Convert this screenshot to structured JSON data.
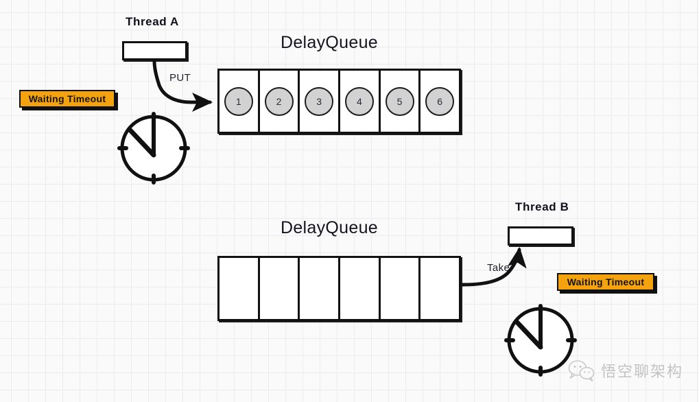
{
  "diagram": {
    "title": "DelayQueue producer/consumer diagram",
    "background": "#fafafa",
    "grid_color": "#ececec",
    "ink_color": "#111111",
    "accent_color": "#f5a20f",
    "token_fill": "#d2d2d2"
  },
  "top": {
    "thread_label": "Thread A",
    "queue_title": "DelayQueue",
    "operation_label": "PUT",
    "badge_label": "Waiting Timeout",
    "clock_name": "clock-a",
    "queue_cells": [
      {
        "token": "1"
      },
      {
        "token": "2"
      },
      {
        "token": "3"
      },
      {
        "token": "4"
      },
      {
        "token": "5"
      },
      {
        "token": "6"
      }
    ]
  },
  "bottom": {
    "thread_label": "Thread B",
    "queue_title": "DelayQueue",
    "operation_label": "Take",
    "badge_label": "Waiting Timeout",
    "clock_name": "clock-b",
    "queue_cells": [
      {
        "token": ""
      },
      {
        "token": ""
      },
      {
        "token": ""
      },
      {
        "token": ""
      },
      {
        "token": ""
      },
      {
        "token": ""
      }
    ]
  },
  "watermark": {
    "icon": "wechat-icon",
    "text": "悟空聊架构",
    "color": "#c3c3c3"
  }
}
